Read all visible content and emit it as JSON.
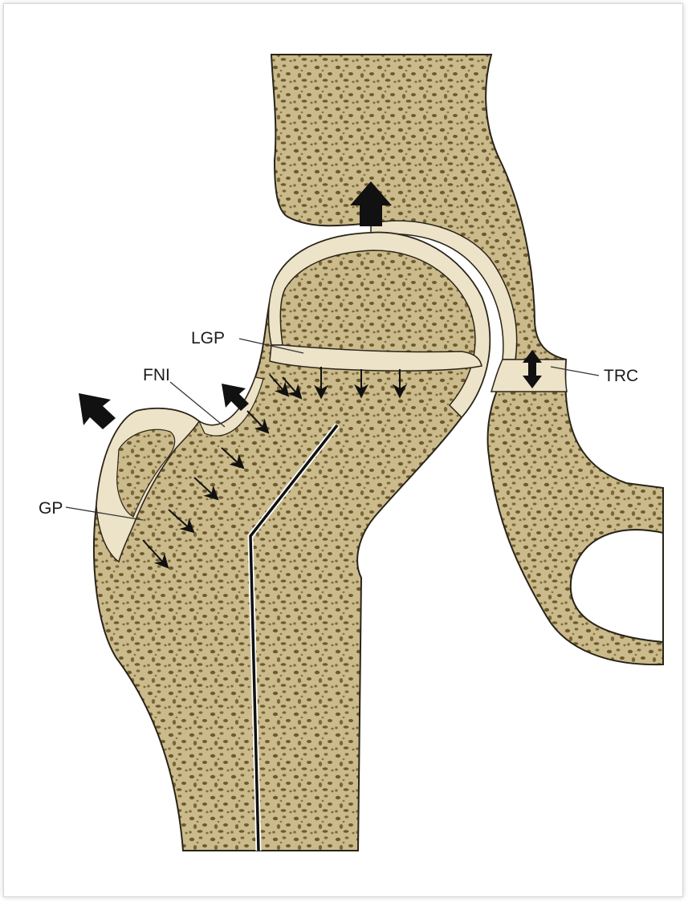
{
  "labels": {
    "lgp": "LGP",
    "fni": "FNI",
    "gp": "GP",
    "trc": "TRC"
  },
  "colors": {
    "bone_fill": "#cbbb8c",
    "bone_pore": "#6d5a2e",
    "cartilage": "#ece3c8",
    "outline": "#2a2418",
    "arrow": "#111111"
  },
  "icons": [
    "large-arrow-icon",
    "small-arrow-icon",
    "double-arrow-icon"
  ]
}
